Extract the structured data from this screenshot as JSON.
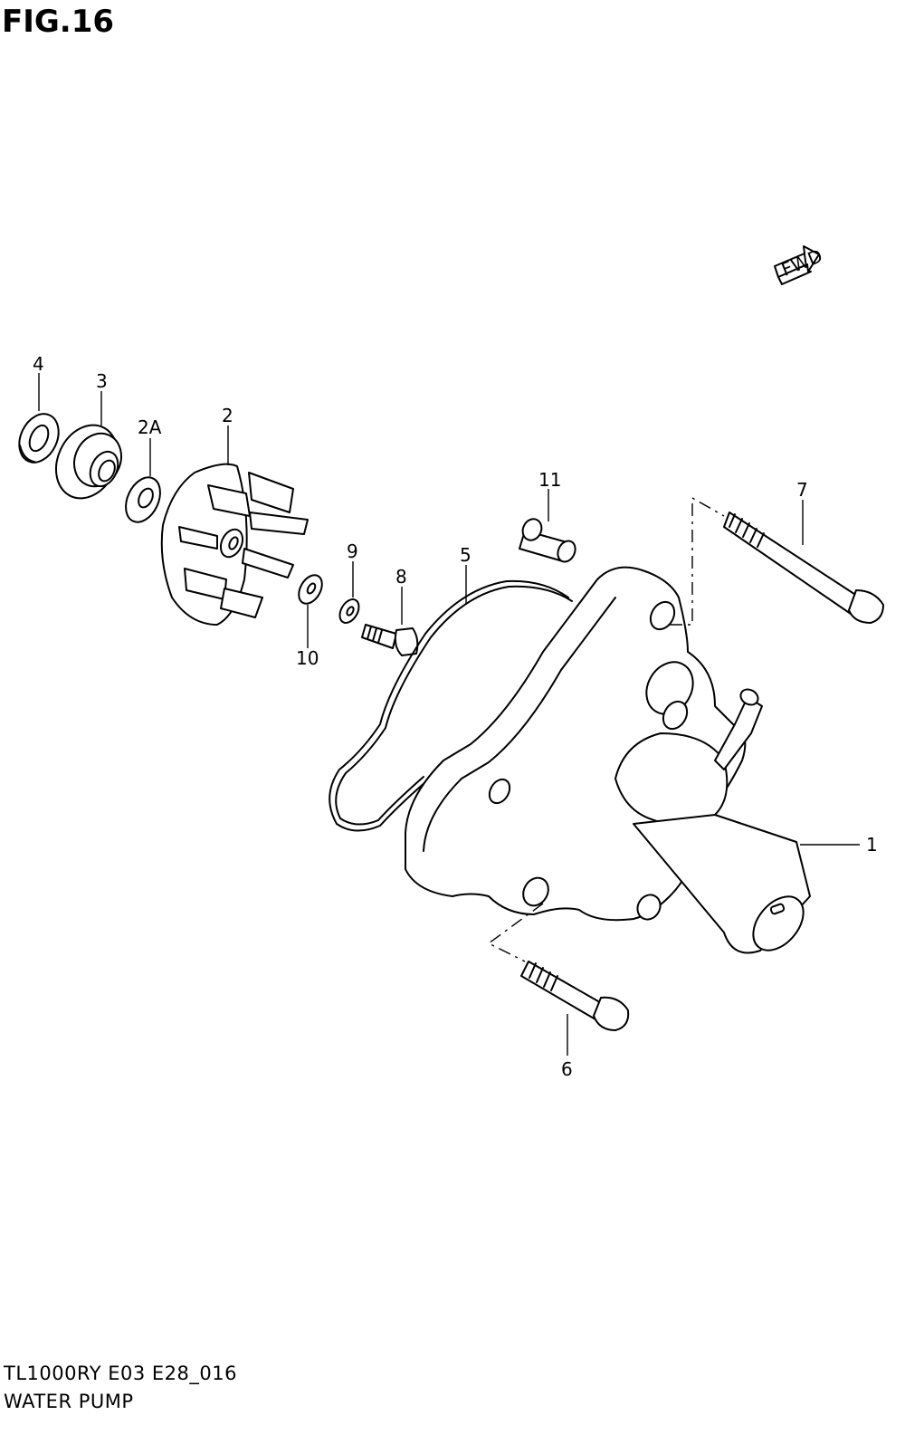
{
  "figure": {
    "title": "FIG.16"
  },
  "footer": {
    "model_code": "TL1000RY E03 E28_016",
    "assembly_name": "WATER PUMP"
  },
  "direction_marker": {
    "label": "FWD",
    "icon": "forward-arrow-icon"
  },
  "callouts": [
    "4",
    "3",
    "2A",
    "2",
    "11",
    "7",
    "9",
    "8",
    "5",
    "10",
    "1",
    "6"
  ]
}
